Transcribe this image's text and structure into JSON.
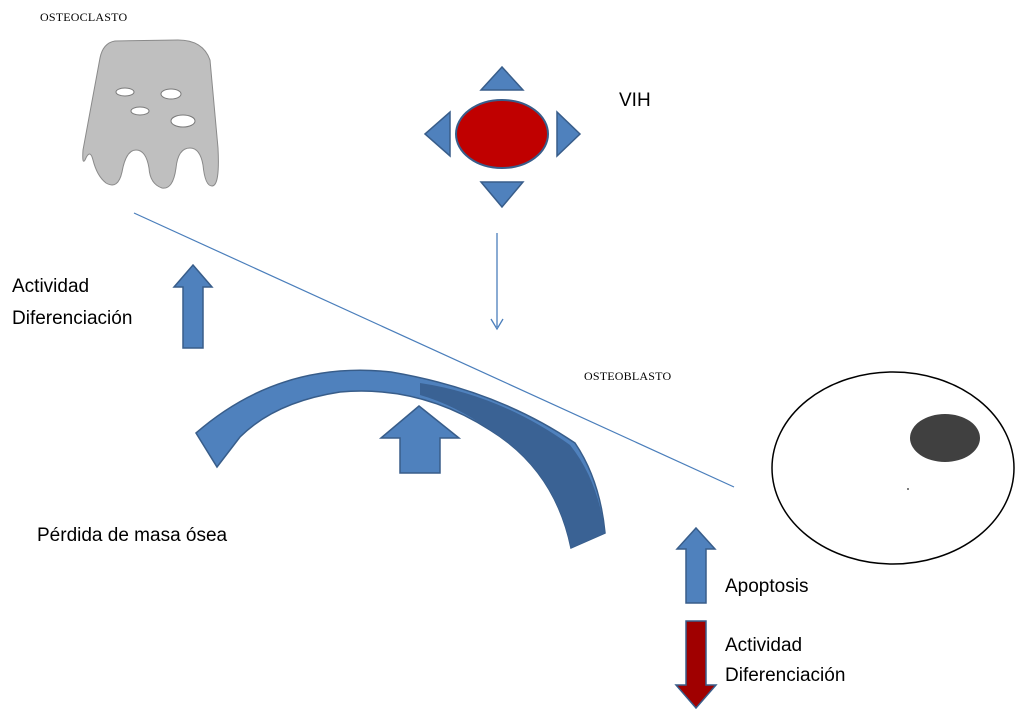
{
  "labels": {
    "osteoclasto": "OSTEOCLASTO",
    "osteoblasto": "OSTEOBLASTO",
    "vih": "VIH",
    "osteoclast_effect_line1": "Actividad",
    "osteoclast_effect_line2": "Diferenciación",
    "bone_loss": "Pérdida de masa ósea",
    "apoptosis": "Apoptosis",
    "osteoblast_effect_line1": "Actividad",
    "osteoblast_effect_line2": "Diferenciación"
  },
  "colors": {
    "arrow_blue": "#4f81bd",
    "arrow_blue_dark": "#3a6294",
    "arrow_outline": "#385d8a",
    "virus_red": "#c00000",
    "down_arrow_red": "#a00000",
    "osteoclast_gray": "#bfbfbf",
    "nucleus_gray": "#404040",
    "connector_line": "#4a7ebb"
  },
  "icons": {
    "osteoclast": "osteoclast-cell-icon",
    "virus": "hiv-virus-icon",
    "osteoblast": "osteoblast-cell-icon"
  }
}
